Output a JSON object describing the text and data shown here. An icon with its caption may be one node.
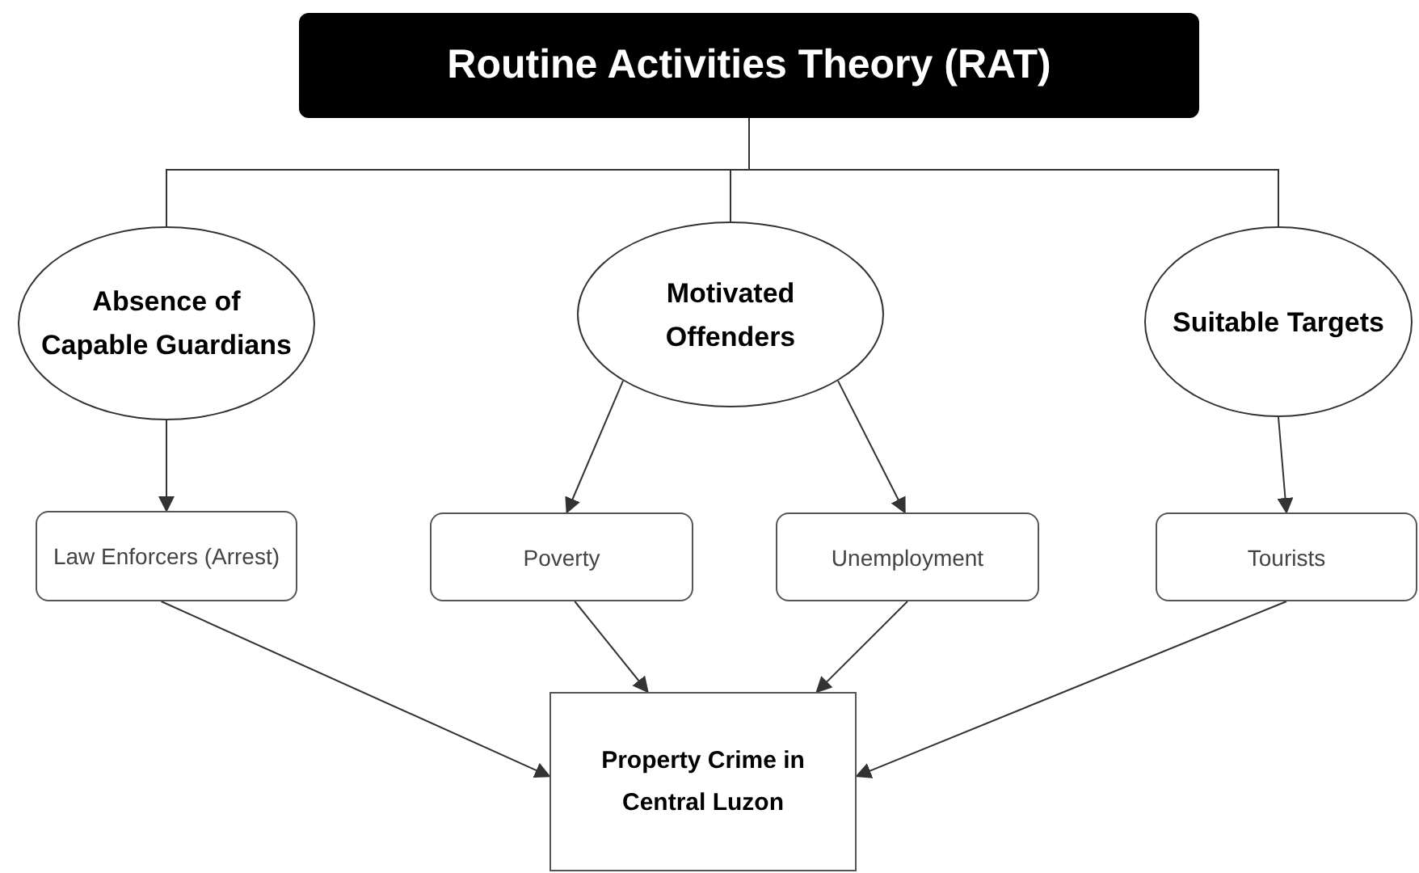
{
  "diagram": {
    "nodes": [
      {
        "text": [
          "Routine Activities Theory (RAT)"
        ]
      },
      {
        "text": [
          "Absence of Capable Guardians"
        ]
      },
      {
        "text": [
          "Motivated Offenders"
        ]
      },
      {
        "text": [
          "Suitable Targets"
        ]
      },
      {
        "text": [
          "Law Enforcers (Arrest)"
        ]
      },
      {
        "text": [
          "Poverty"
        ]
      },
      {
        "text": [
          "Unemployment"
        ]
      },
      {
        "text": [
          "Tourists"
        ]
      },
      {
        "text": [
          "Property Crime in Central Luzon"
        ]
      }
    ],
    "edges": [
      {
        "from": 0,
        "to": 1,
        "arrow": "none"
      },
      {
        "from": 0,
        "to": 2,
        "arrow": "none"
      },
      {
        "from": 0,
        "to": 3,
        "arrow": "none"
      },
      {
        "from": 1,
        "to": 4,
        "arrow": "to"
      },
      {
        "from": 2,
        "to": 5,
        "arrow": "to"
      },
      {
        "from": 2,
        "to": 6,
        "arrow": "to"
      },
      {
        "from": 3,
        "to": 7,
        "arrow": "to"
      },
      {
        "from": 4,
        "to": 8,
        "arrow": "to"
      },
      {
        "from": 5,
        "to": 8,
        "arrow": "to"
      },
      {
        "from": 6,
        "to": 8,
        "arrow": "to"
      },
      {
        "from": 7,
        "to": 8,
        "arrow": "to"
      }
    ]
  }
}
